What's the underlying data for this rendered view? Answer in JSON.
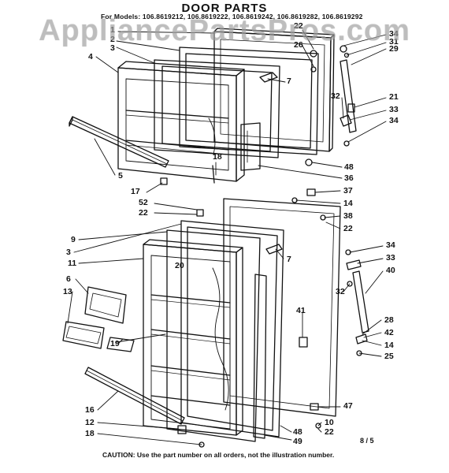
{
  "diagram": {
    "title": "DOOR PARTS",
    "models_line": "For Models: 106.8619212, 106.8619222, 106.8619242, 106.8619282, 106.8619292",
    "watermark": "AppliancePartsPros.com",
    "caution": "CAUTION: Use the part number on all orders, not the illustration number.",
    "page_ref": "8 / 5",
    "callouts": [
      {
        "id": "c1",
        "label": "1"
      },
      {
        "id": "c2",
        "label": "2"
      },
      {
        "id": "c3",
        "label": "3"
      },
      {
        "id": "c4",
        "label": "4"
      },
      {
        "id": "c7a",
        "label": "7"
      },
      {
        "id": "c22a",
        "label": "22"
      },
      {
        "id": "c26",
        "label": "26"
      },
      {
        "id": "c34a",
        "label": "34"
      },
      {
        "id": "c31",
        "label": "31"
      },
      {
        "id": "c29",
        "label": "29"
      },
      {
        "id": "c21",
        "label": "21"
      },
      {
        "id": "c32a",
        "label": "32"
      },
      {
        "id": "c33a",
        "label": "33"
      },
      {
        "id": "c34b",
        "label": "34"
      },
      {
        "id": "c48a",
        "label": "48"
      },
      {
        "id": "c36",
        "label": "36"
      },
      {
        "id": "c18a",
        "label": "18"
      },
      {
        "id": "c5",
        "label": "5"
      },
      {
        "id": "c17",
        "label": "17"
      },
      {
        "id": "c37",
        "label": "37"
      },
      {
        "id": "c14a",
        "label": "14"
      },
      {
        "id": "c38",
        "label": "38"
      },
      {
        "id": "c52",
        "label": "52"
      },
      {
        "id": "c22b",
        "label": "22"
      },
      {
        "id": "c22c",
        "label": "22"
      },
      {
        "id": "c9",
        "label": "9"
      },
      {
        "id": "c3b",
        "label": "3"
      },
      {
        "id": "c7b",
        "label": "7"
      },
      {
        "id": "c34c",
        "label": "34"
      },
      {
        "id": "c33b",
        "label": "33"
      },
      {
        "id": "c11",
        "label": "11"
      },
      {
        "id": "c20",
        "label": "20"
      },
      {
        "id": "c40",
        "label": "40"
      },
      {
        "id": "c6",
        "label": "6"
      },
      {
        "id": "c13",
        "label": "13"
      },
      {
        "id": "c32b",
        "label": "32"
      },
      {
        "id": "c41",
        "label": "41"
      },
      {
        "id": "c28",
        "label": "28"
      },
      {
        "id": "c42",
        "label": "42"
      },
      {
        "id": "c14b",
        "label": "14"
      },
      {
        "id": "c25",
        "label": "25"
      },
      {
        "id": "c19",
        "label": "19"
      },
      {
        "id": "c47",
        "label": "47"
      },
      {
        "id": "c16",
        "label": "16"
      },
      {
        "id": "c10",
        "label": "10"
      },
      {
        "id": "c12",
        "label": "12"
      },
      {
        "id": "c22d",
        "label": "22"
      },
      {
        "id": "c18b",
        "label": "18"
      },
      {
        "id": "c48b",
        "label": "48"
      },
      {
        "id": "c49",
        "label": "49"
      }
    ]
  }
}
